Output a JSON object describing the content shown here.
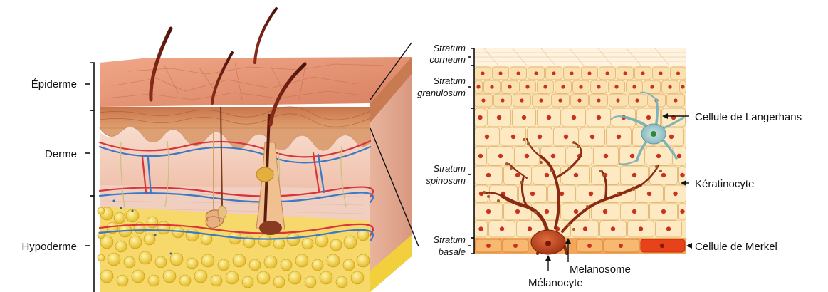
{
  "colors": {
    "skin_top": "#e8987a",
    "epidermis": "#d4885a",
    "dermis": "#f3c9b6",
    "hypodermis_fat": "#f2cf3c",
    "hair": "#6b1f14",
    "cell_fill": "#fbe6b8",
    "nucleus": "#c8321e",
    "melanocyte": "#a8421c",
    "langerhans": "#8fc3c6",
    "merkel": "#e8421a",
    "artery": "#d8343a",
    "vein": "#3a78c8",
    "nerve": "#c9c07a"
  },
  "layers": {
    "epiderme": "Épiderme",
    "derme": "Derme",
    "hypoderme": "Hypoderme"
  },
  "strata": {
    "corneum": [
      "Stratum",
      "corneum"
    ],
    "granulosum": [
      "Stratum",
      "granulosum"
    ],
    "spinosum": [
      "Stratum",
      "spinosum"
    ],
    "basale": [
      "Stratum",
      "basale"
    ]
  },
  "cells": {
    "langerhans": "Cellule de Langerhans",
    "keratinocyte": "Kératinocyte",
    "merkel": "Cellule de Merkel",
    "melanosome": "Melanosome",
    "melanocyte": "Mélanocyte"
  }
}
